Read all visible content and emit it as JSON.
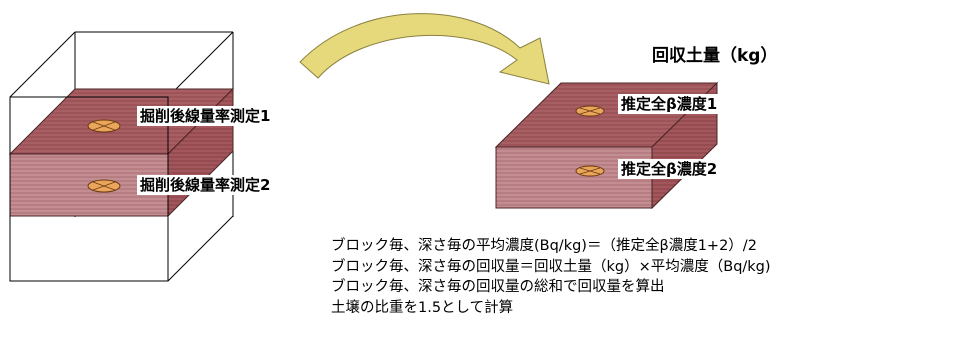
{
  "left_block": {
    "label_1": "掘削後線量率測定1",
    "label_2": "掘削後線量率測定2"
  },
  "right_block": {
    "title": "回収土量（kg）",
    "label_1": "推定全β濃度1",
    "label_2": "推定全β濃度2"
  },
  "notes": [
    "ブロック毎、深さ毎の平均濃度(Bq/kg)＝（推定全β濃度1+2）/2",
    "ブロック毎、深さ毎の回収量＝回収土量（kg）×平均濃度（Bq/kg)",
    "ブロック毎、深さ毎の回収量の総和で回収量を算出",
    "土壌の比重を1.5として計算"
  ],
  "colors": {
    "block_top": "#a85f64",
    "block_front": "#c48d92",
    "block_side": "#a3575c",
    "arrow_fill": "#e5d97b",
    "marker": "#e9a65a"
  }
}
